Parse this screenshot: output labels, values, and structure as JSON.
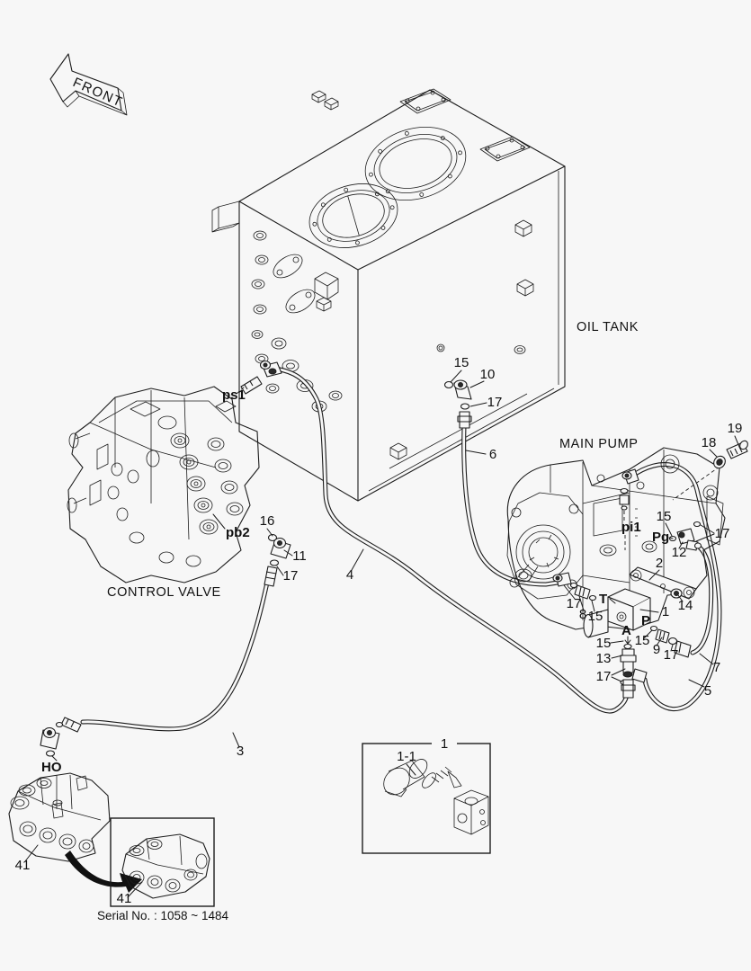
{
  "front_arrow": {
    "label": "FRONT"
  },
  "sections": {
    "oil_tank": "OIL TANK",
    "main_pump": "MAIN PUMP",
    "control_valve": "CONTROL VALVE"
  },
  "ports": [
    {
      "text": "ps1"
    },
    {
      "text": "pb2"
    },
    {
      "text": "pi1"
    },
    {
      "text": "Pg"
    },
    {
      "text": "T"
    },
    {
      "text": "P"
    },
    {
      "text": "A"
    },
    {
      "text": "HO"
    }
  ],
  "callouts": [
    {
      "text": "15"
    },
    {
      "text": "10"
    },
    {
      "text": "17"
    },
    {
      "text": "6"
    },
    {
      "text": "16"
    },
    {
      "text": "11"
    },
    {
      "text": "17"
    },
    {
      "text": "4"
    },
    {
      "text": "3"
    },
    {
      "text": "41"
    },
    {
      "text": "19"
    },
    {
      "text": "18"
    },
    {
      "text": "15"
    },
    {
      "text": "12"
    },
    {
      "text": "17"
    },
    {
      "text": "2"
    },
    {
      "text": "14"
    },
    {
      "text": "1"
    },
    {
      "text": "17"
    },
    {
      "text": "8"
    },
    {
      "text": "15"
    },
    {
      "text": "15"
    },
    {
      "text": "13"
    },
    {
      "text": "17"
    },
    {
      "text": "15"
    },
    {
      "text": "9"
    },
    {
      "text": "17"
    },
    {
      "text": "7"
    },
    {
      "text": "5"
    }
  ],
  "insets": {
    "valve_box_label": "1",
    "valve_part_label": "1-1",
    "serial_part_label": "41",
    "serial_text": "Serial No. : 1058 ~ 1484"
  }
}
